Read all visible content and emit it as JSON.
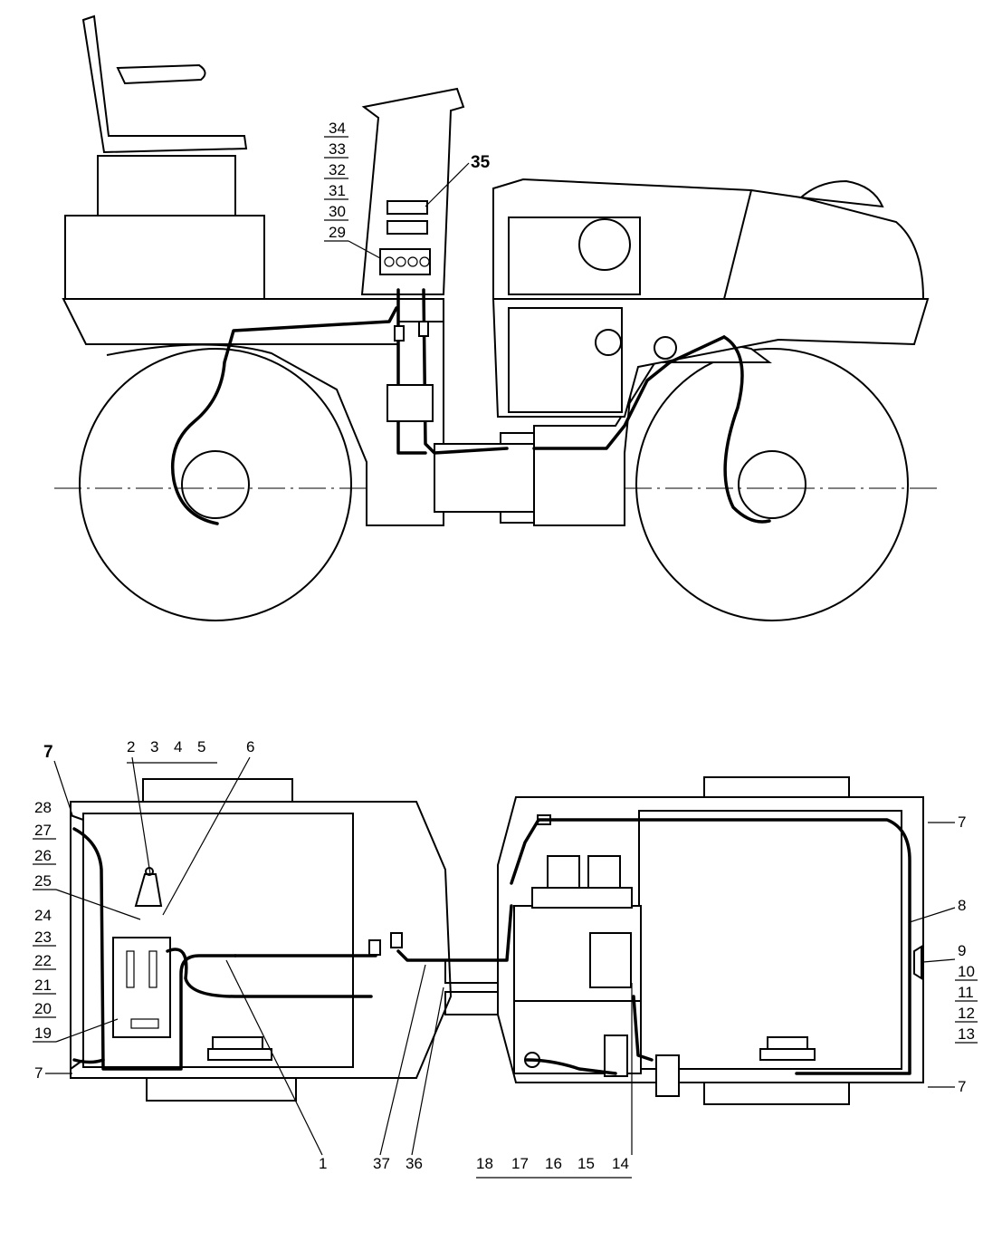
{
  "side_view": {
    "labels": [
      "34",
      "33",
      "32",
      "31",
      "30",
      "29",
      "35"
    ]
  },
  "top_view": {
    "labels_left_stack": [
      "28",
      "27",
      "26",
      "25",
      "24",
      "23",
      "22",
      "21",
      "20",
      "19"
    ],
    "labels_top": [
      "2",
      "3",
      "4",
      "5",
      "6",
      "7"
    ],
    "labels_bottom_left": [
      "7",
      "1",
      "37",
      "36"
    ],
    "labels_bottom_right": [
      "18",
      "17",
      "16",
      "15",
      "14"
    ],
    "labels_right": [
      "7",
      "8",
      "9",
      "10",
      "11",
      "12",
      "13",
      "7"
    ]
  }
}
